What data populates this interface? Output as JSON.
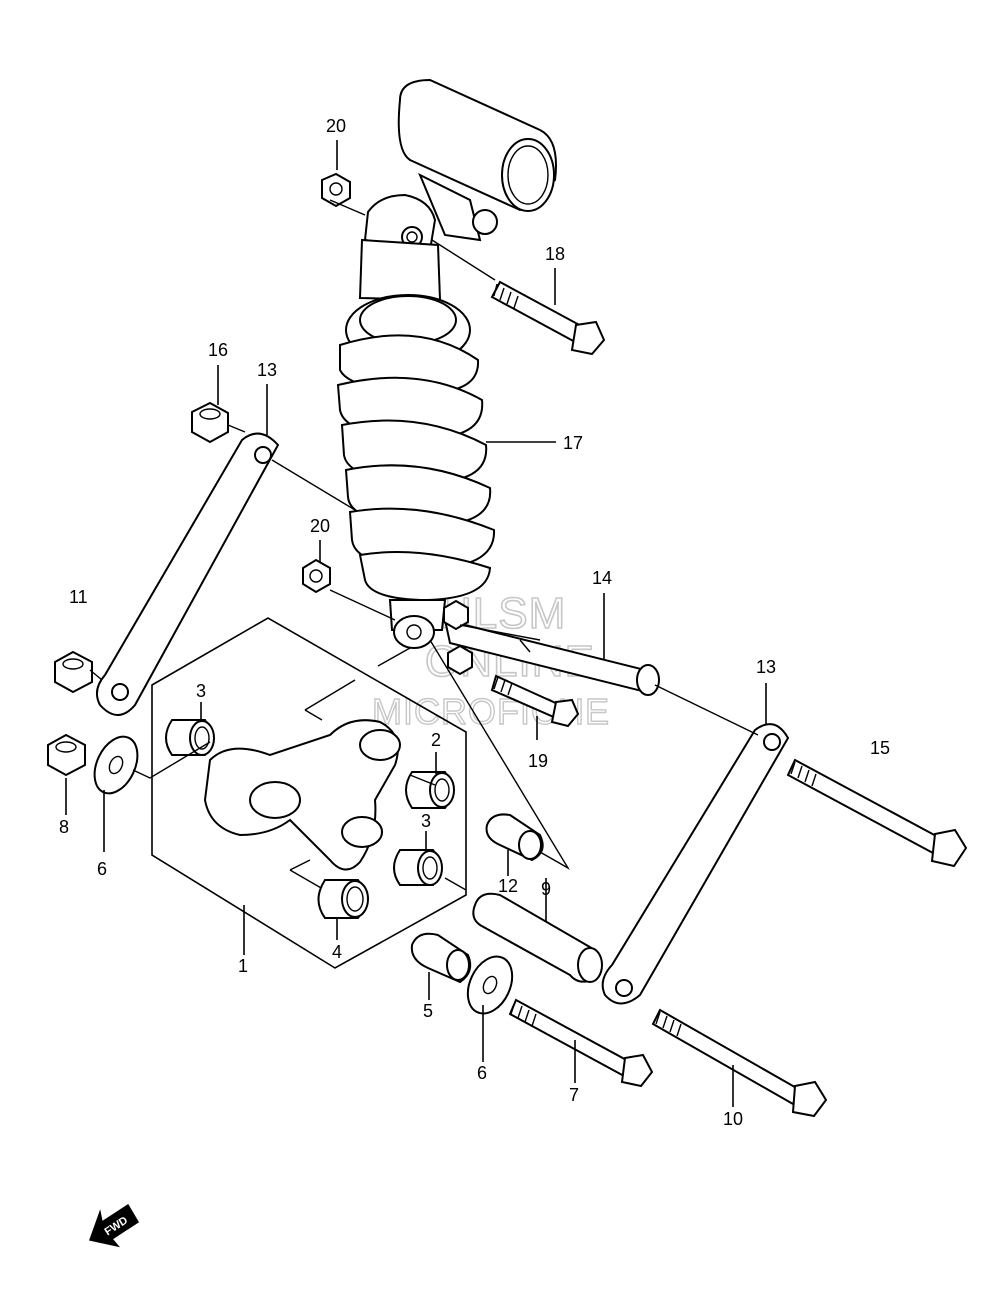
{
  "callouts": {
    "c1": "1",
    "c2": "2",
    "c3a": "3",
    "c3b": "3",
    "c4": "4",
    "c5": "5",
    "c6a": "6",
    "c6b": "6",
    "c7": "7",
    "c8": "8",
    "c9": "9",
    "c10": "10",
    "c11": "11",
    "c12": "12",
    "c13a": "13",
    "c13b": "13",
    "c14": "14",
    "c15": "15",
    "c16": "16",
    "c17": "17",
    "c18": "18",
    "c19": "19",
    "c20a": "20",
    "c20b": "20"
  },
  "watermark": {
    "line1": "HLSM",
    "line2": "ONLINE",
    "line3": "MICROFICHE"
  },
  "fwd_label": "FWD"
}
